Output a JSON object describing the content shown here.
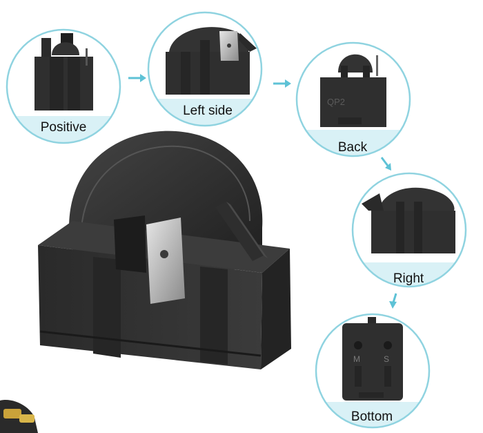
{
  "views": [
    {
      "id": "positive",
      "label": "Positive"
    },
    {
      "id": "left-side",
      "label": "Left side"
    },
    {
      "id": "back",
      "label": "Back"
    },
    {
      "id": "right",
      "label": "Right"
    },
    {
      "id": "bottom",
      "label": "Bottom"
    }
  ],
  "part_markings": {
    "back_model": "QP2",
    "bottom_pin_m": "M",
    "bottom_pin_s": "S"
  },
  "colors": {
    "circle_border": "#8fd3e0",
    "label_band": "#d9f1f6",
    "arrow": "#5ec2d6",
    "body_dark": "#2b2b2b",
    "body_mid": "#3a3a3a",
    "terminal_metal": "#c8c8c8"
  }
}
